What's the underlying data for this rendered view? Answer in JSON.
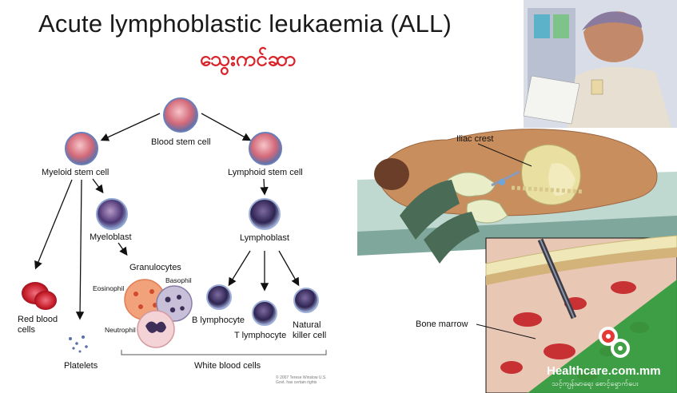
{
  "header": {
    "title": "Acute lymphoblastic leukaemia (ALL)",
    "subtitle": "သွေးကင်ဆာ"
  },
  "diagram": {
    "nodes": {
      "blood_stem_cell": "Blood stem cell",
      "myeloid_stem_cell": "Myeloid stem cell",
      "lymphoid_stem_cell": "Lymphoid stem cell",
      "myeloblast": "Myeloblast",
      "lymphoblast": "Lymphoblast",
      "granulocytes": "Granulocytes",
      "eosinophil": "Eosinophil",
      "basophil": "Basophil",
      "neutrophil": "Neutrophil",
      "red_blood_cells": "Red blood cells",
      "platelets": "Platelets",
      "b_lymphocyte": "B lymphocyte",
      "t_lymphocyte": "T lymphocyte",
      "natural_killer_cell": "Natural killer cell",
      "white_blood_cells": "White blood cells"
    },
    "copyright": "© 2007 Terese Winslow U.S. Govt. has certain rights"
  },
  "procedure": {
    "iliac_crest": "Iliac crest",
    "bone_marrow": "Bone marrow"
  },
  "brand": {
    "name": "Healthcare.com.mm",
    "tagline": "သင့်ကျန်းမာရေး စောင့်ရှောက်ပေး",
    "logo_colors": [
      "#e53935",
      "#43a047"
    ]
  },
  "colors": {
    "title": "#1a1a1a",
    "subtitle": "#d8232a",
    "brand_band": "#2e9a3c"
  }
}
